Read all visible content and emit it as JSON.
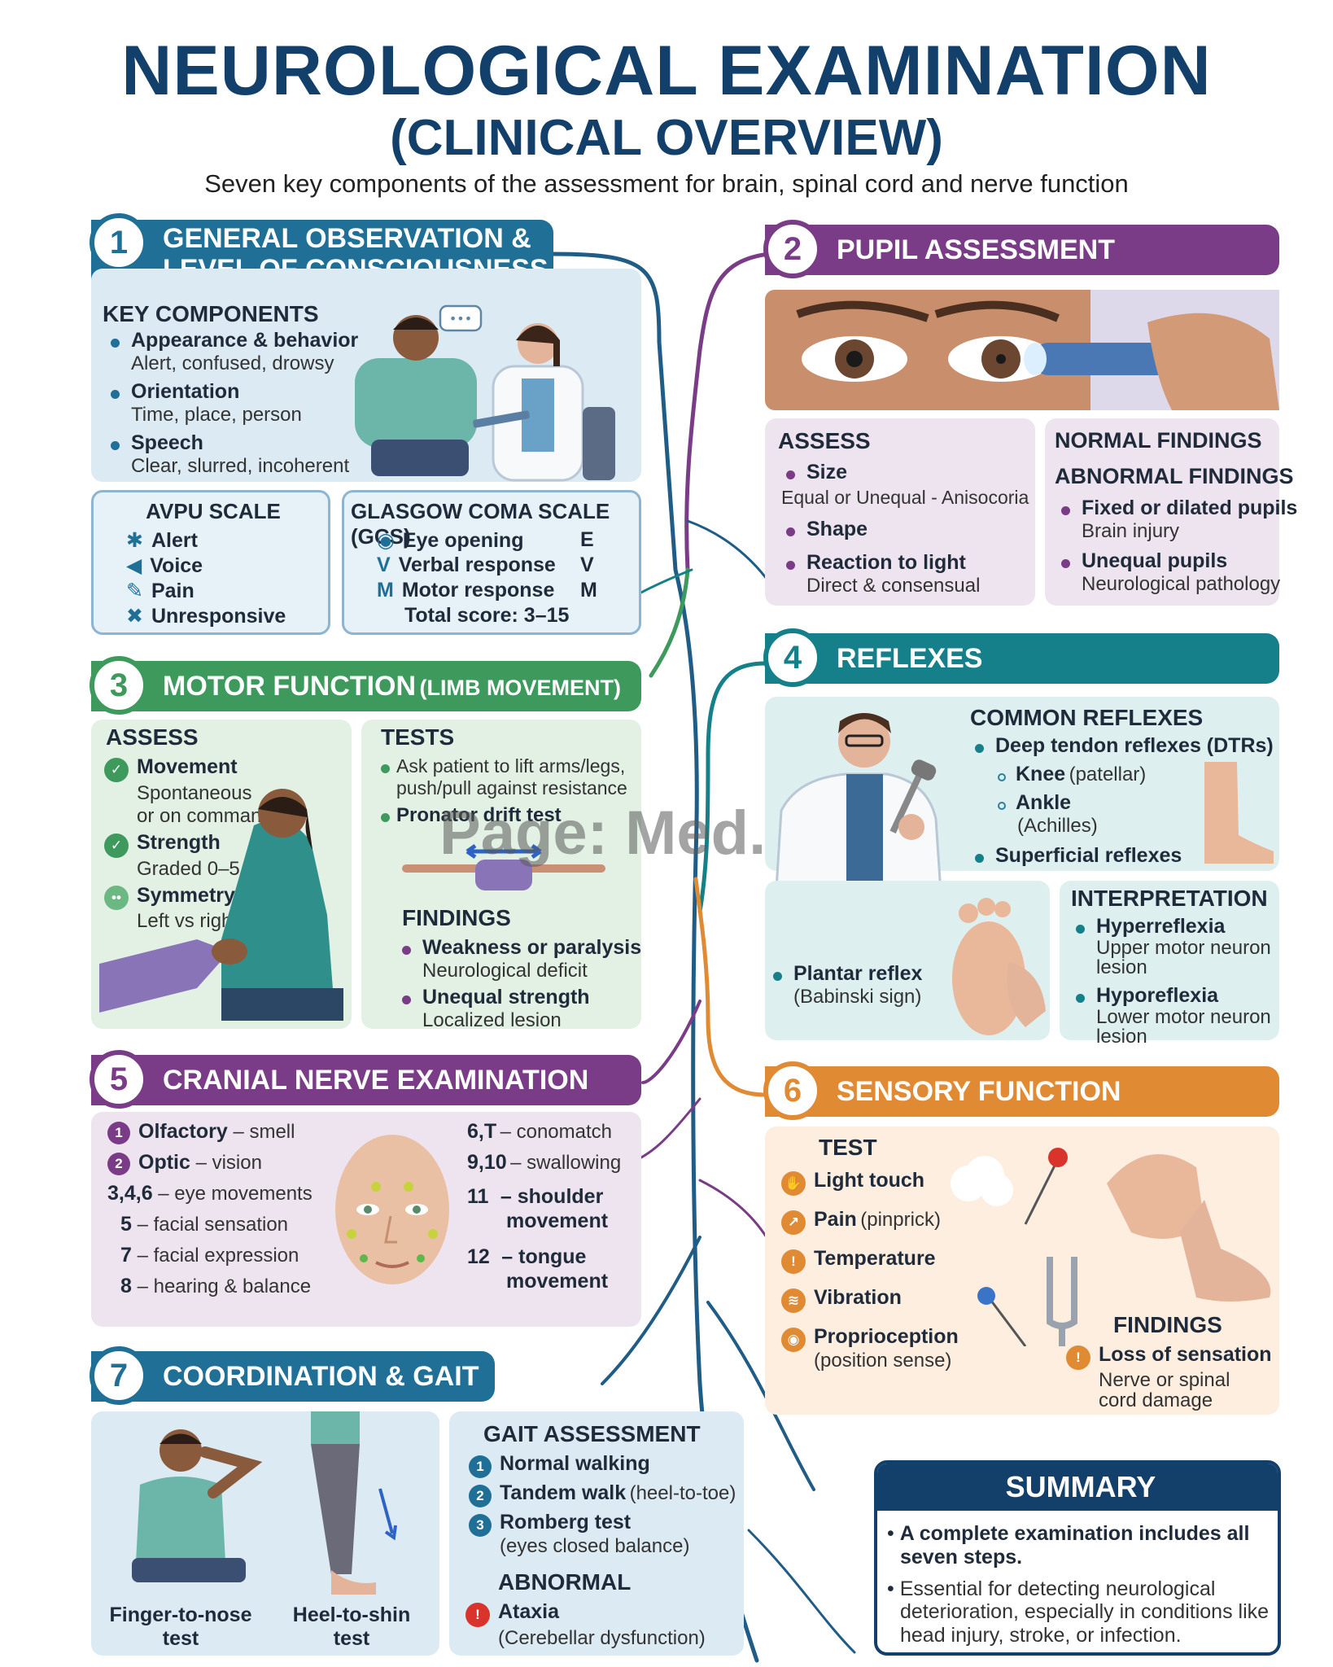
{
  "title": "NEUROLOGICAL EXAMINATION",
  "subtitle": "(CLINICAL OVERVIEW)",
  "tagline": "Seven key components of the assessment for brain, spinal cord and nerve function",
  "watermark": "Page: Med...",
  "colors": {
    "navy": "#13406b",
    "blue": "#1f6f96",
    "purple": "#7a3c86",
    "green": "#3e9a5c",
    "teal": "#16808a",
    "orange": "#e08a34"
  },
  "s1": {
    "num": "1",
    "title_l1": "GENERAL OBSERVATION &",
    "title_l2": "LEVEL OF CONSCIOUSNESS",
    "key_heading": "KEY COMPONENTS",
    "items": [
      {
        "label": "Appearance & behavior",
        "detail": "Alert, confused, drowsy"
      },
      {
        "label": "Orientation",
        "detail": "Time, place, person"
      },
      {
        "label": "Speech",
        "detail": "Clear, slurred, incoherent"
      }
    ],
    "avpu_heading": "AVPU SCALE",
    "avpu": [
      "Alert",
      "Voice",
      "Pain",
      "Unresponsive"
    ],
    "gcs_heading": "GLASGOW COMA SCALE (GCS)",
    "gcs": [
      {
        "label": "Eye opening",
        "code": "E"
      },
      {
        "label": "Verbal response",
        "code": "V"
      },
      {
        "label": "Motor response",
        "code": "M"
      }
    ],
    "gcs_total": "Total score: 3–15",
    "speech_bubble": "•••"
  },
  "s2": {
    "num": "2",
    "title": "PUPIL ASSESSMENT",
    "assess_heading": "ASSESS",
    "size": "Size",
    "size_detail": "Equal or Unequal - Anisocoria",
    "shape": "Shape",
    "reaction": "Reaction to light",
    "reaction_detail": "Direct & consensual",
    "normal_heading": "NORMAL FINDINGS",
    "abnormal_heading": "ABNORMAL FINDINGS",
    "abnormal": [
      {
        "label": "Fixed or dilated pupils",
        "detail": "Brain injury"
      },
      {
        "label": "Unequal pupils",
        "detail": "Neurological pathology"
      }
    ]
  },
  "s3": {
    "num": "3",
    "title": "MOTOR FUNCTION",
    "title_small": "(LIMB MOVEMENT)",
    "assess_heading": "ASSESS",
    "assess": [
      {
        "label": "Movement",
        "detail1": "Spontaneous",
        "detail2": "or on command"
      },
      {
        "label": "Strength",
        "detail1": "Graded 0–5",
        "detail2": ""
      },
      {
        "label": "Symmetry",
        "detail1": "Left vs right",
        "detail2": ""
      }
    ],
    "tests_heading": "TESTS",
    "test1_l1": "Ask patient to lift arms/legs,",
    "test1_l2": "push/pull against resistance",
    "test2": "Pronator drift test",
    "findings_heading": "FINDINGS",
    "findings": [
      {
        "label": "Weakness or paralysis",
        "detail": "Neurological deficit"
      },
      {
        "label": "Unequal strength",
        "detail": "Localized lesion"
      }
    ]
  },
  "s4": {
    "num": "4",
    "title": "REFLEXES",
    "common_heading": "COMMON REFLEXES",
    "dtr": "Deep tendon reflexes (DTRs)",
    "knee": "Knee",
    "knee_detail": "(patellar)",
    "ankle": "Ankle",
    "ankle_detail": "(Achilles)",
    "superficial": "Superficial reflexes",
    "plantar": "Plantar reflex",
    "plantar_detail": "(Babinski sign)",
    "interp_heading": "INTERPRETATION",
    "hyper": "Hyperreflexia",
    "hyper_d1": "Upper motor neuron",
    "hyper_d2": "lesion",
    "hypo": "Hyporeflexia",
    "hypo_d1": "Lower motor neuron",
    "hypo_d2": "lesion"
  },
  "s5": {
    "num": "5",
    "title": "CRANIAL NERVE EXAMINATION",
    "left": [
      {
        "n": "1",
        "label": "Olfactory",
        "detail": "– smell",
        "circled": true
      },
      {
        "n": "2",
        "label": "Optic",
        "detail": "– vision",
        "circled": true
      },
      {
        "n": "3,4,6",
        "label": "",
        "detail": "– eye movements",
        "circled": false
      },
      {
        "n": "5",
        "label": "",
        "detail": "– facial sensation",
        "circled": false
      },
      {
        "n": "7",
        "label": "",
        "detail": "– facial expression",
        "circled": false
      },
      {
        "n": "8",
        "label": "",
        "detail": "– hearing & balance",
        "circled": false
      }
    ],
    "right": [
      {
        "n": "6,T",
        "l1": "– conomatch",
        "l2": ""
      },
      {
        "n": "9,10",
        "l1": "– swallowing",
        "l2": ""
      },
      {
        "n": "11",
        "l1": "– shoulder",
        "l2": "movement"
      },
      {
        "n": "12",
        "l1": "– tongue",
        "l2": "movement"
      }
    ]
  },
  "s6": {
    "num": "6",
    "title": "SENSORY FUNCTION",
    "test_heading": "TEST",
    "tests": [
      {
        "label": "Light touch",
        "detail": ""
      },
      {
        "label": "Pain",
        "detail": "(pinprick)"
      },
      {
        "label": "Temperature",
        "detail": ""
      },
      {
        "label": "Vibration",
        "detail": ""
      },
      {
        "label": "Proprioception",
        "detail": "(position sense)"
      }
    ],
    "findings_heading": "FINDINGS",
    "finding": "Loss of sensation",
    "finding_d1": "Nerve or spinal",
    "finding_d2": "cord damage"
  },
  "s7": {
    "num": "7",
    "title": "COORDINATION & GAIT",
    "cap1_l1": "Finger-to-nose",
    "cap1_l2": "test",
    "cap2_l1": "Heel-to-shin",
    "cap2_l2": "test",
    "gait_heading": "GAIT ASSESSMENT",
    "gait": [
      {
        "n": "1",
        "label": "Normal walking",
        "detail": ""
      },
      {
        "n": "2",
        "label": "Tandem walk",
        "detail": "(heel-to-toe)"
      },
      {
        "n": "3",
        "label": "Romberg test",
        "detail": "(eyes closed balance)"
      }
    ],
    "abnormal_heading": "ABNORMAL",
    "ataxia": "Ataxia",
    "ataxia_detail": "(Cerebellar dysfunction)"
  },
  "summary": {
    "title": "SUMMARY",
    "b1_l1": "A complete examination includes all",
    "b1_l2": "seven steps.",
    "b2_l1": "Essential for detecting neurological",
    "b2_l2": "deterioration, especially in conditions like",
    "b2_l3": "head injury, stroke, or infection."
  }
}
